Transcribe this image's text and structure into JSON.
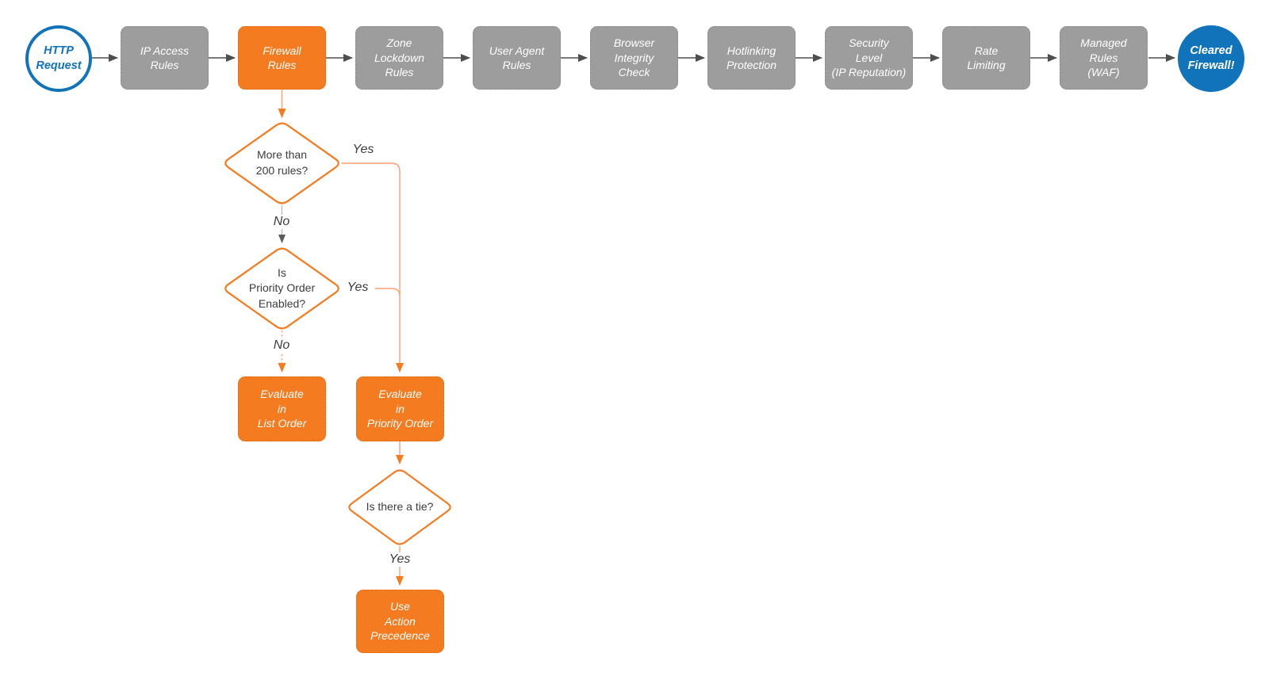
{
  "diagram": {
    "start_node": {
      "label": "HTTP\nRequest"
    },
    "end_node": {
      "label": "Cleared\nFirewall!"
    },
    "pipeline": [
      {
        "label": "IP Access\nRules",
        "variant": "gray"
      },
      {
        "label": "Firewall\nRules",
        "variant": "orange"
      },
      {
        "label": "Zone\nLockdown\nRules",
        "variant": "gray"
      },
      {
        "label": "User Agent\nRules",
        "variant": "gray"
      },
      {
        "label": "Browser\nIntegrity\nCheck",
        "variant": "gray"
      },
      {
        "label": "Hotlinking\nProtection",
        "variant": "gray"
      },
      {
        "label": "Security\nLevel\n(IP Reputation)",
        "variant": "gray"
      },
      {
        "label": "Rate\nLimiting",
        "variant": "gray"
      },
      {
        "label": "Managed\nRules\n(WAF)",
        "variant": "gray"
      }
    ],
    "decisions": {
      "more_than_200": {
        "question": "More than\n200 rules?",
        "yes_label": "Yes",
        "no_label": "No"
      },
      "priority_enabled": {
        "question": "Is\nPriority Order\nEnabled?",
        "yes_label": "Yes",
        "no_label": "No"
      },
      "tie": {
        "question": "Is there a tie?",
        "yes_label": "Yes"
      }
    },
    "results": {
      "list_order": {
        "label": "Evaluate\nin\nList Order"
      },
      "priority_order": {
        "label": "Evaluate\nin\nPriority Order"
      },
      "action_precedence": {
        "label": "Use\nAction\nPrecedence"
      }
    },
    "colors": {
      "orange": "#F47B20",
      "light_orange_wire": "#F9A170",
      "gray_node": "#9D9D9D",
      "dark_wire": "#4E4E4E",
      "blue": "#1173BA",
      "text_dark": "#3C3C3C",
      "node_text": "#FFFFFF"
    }
  }
}
